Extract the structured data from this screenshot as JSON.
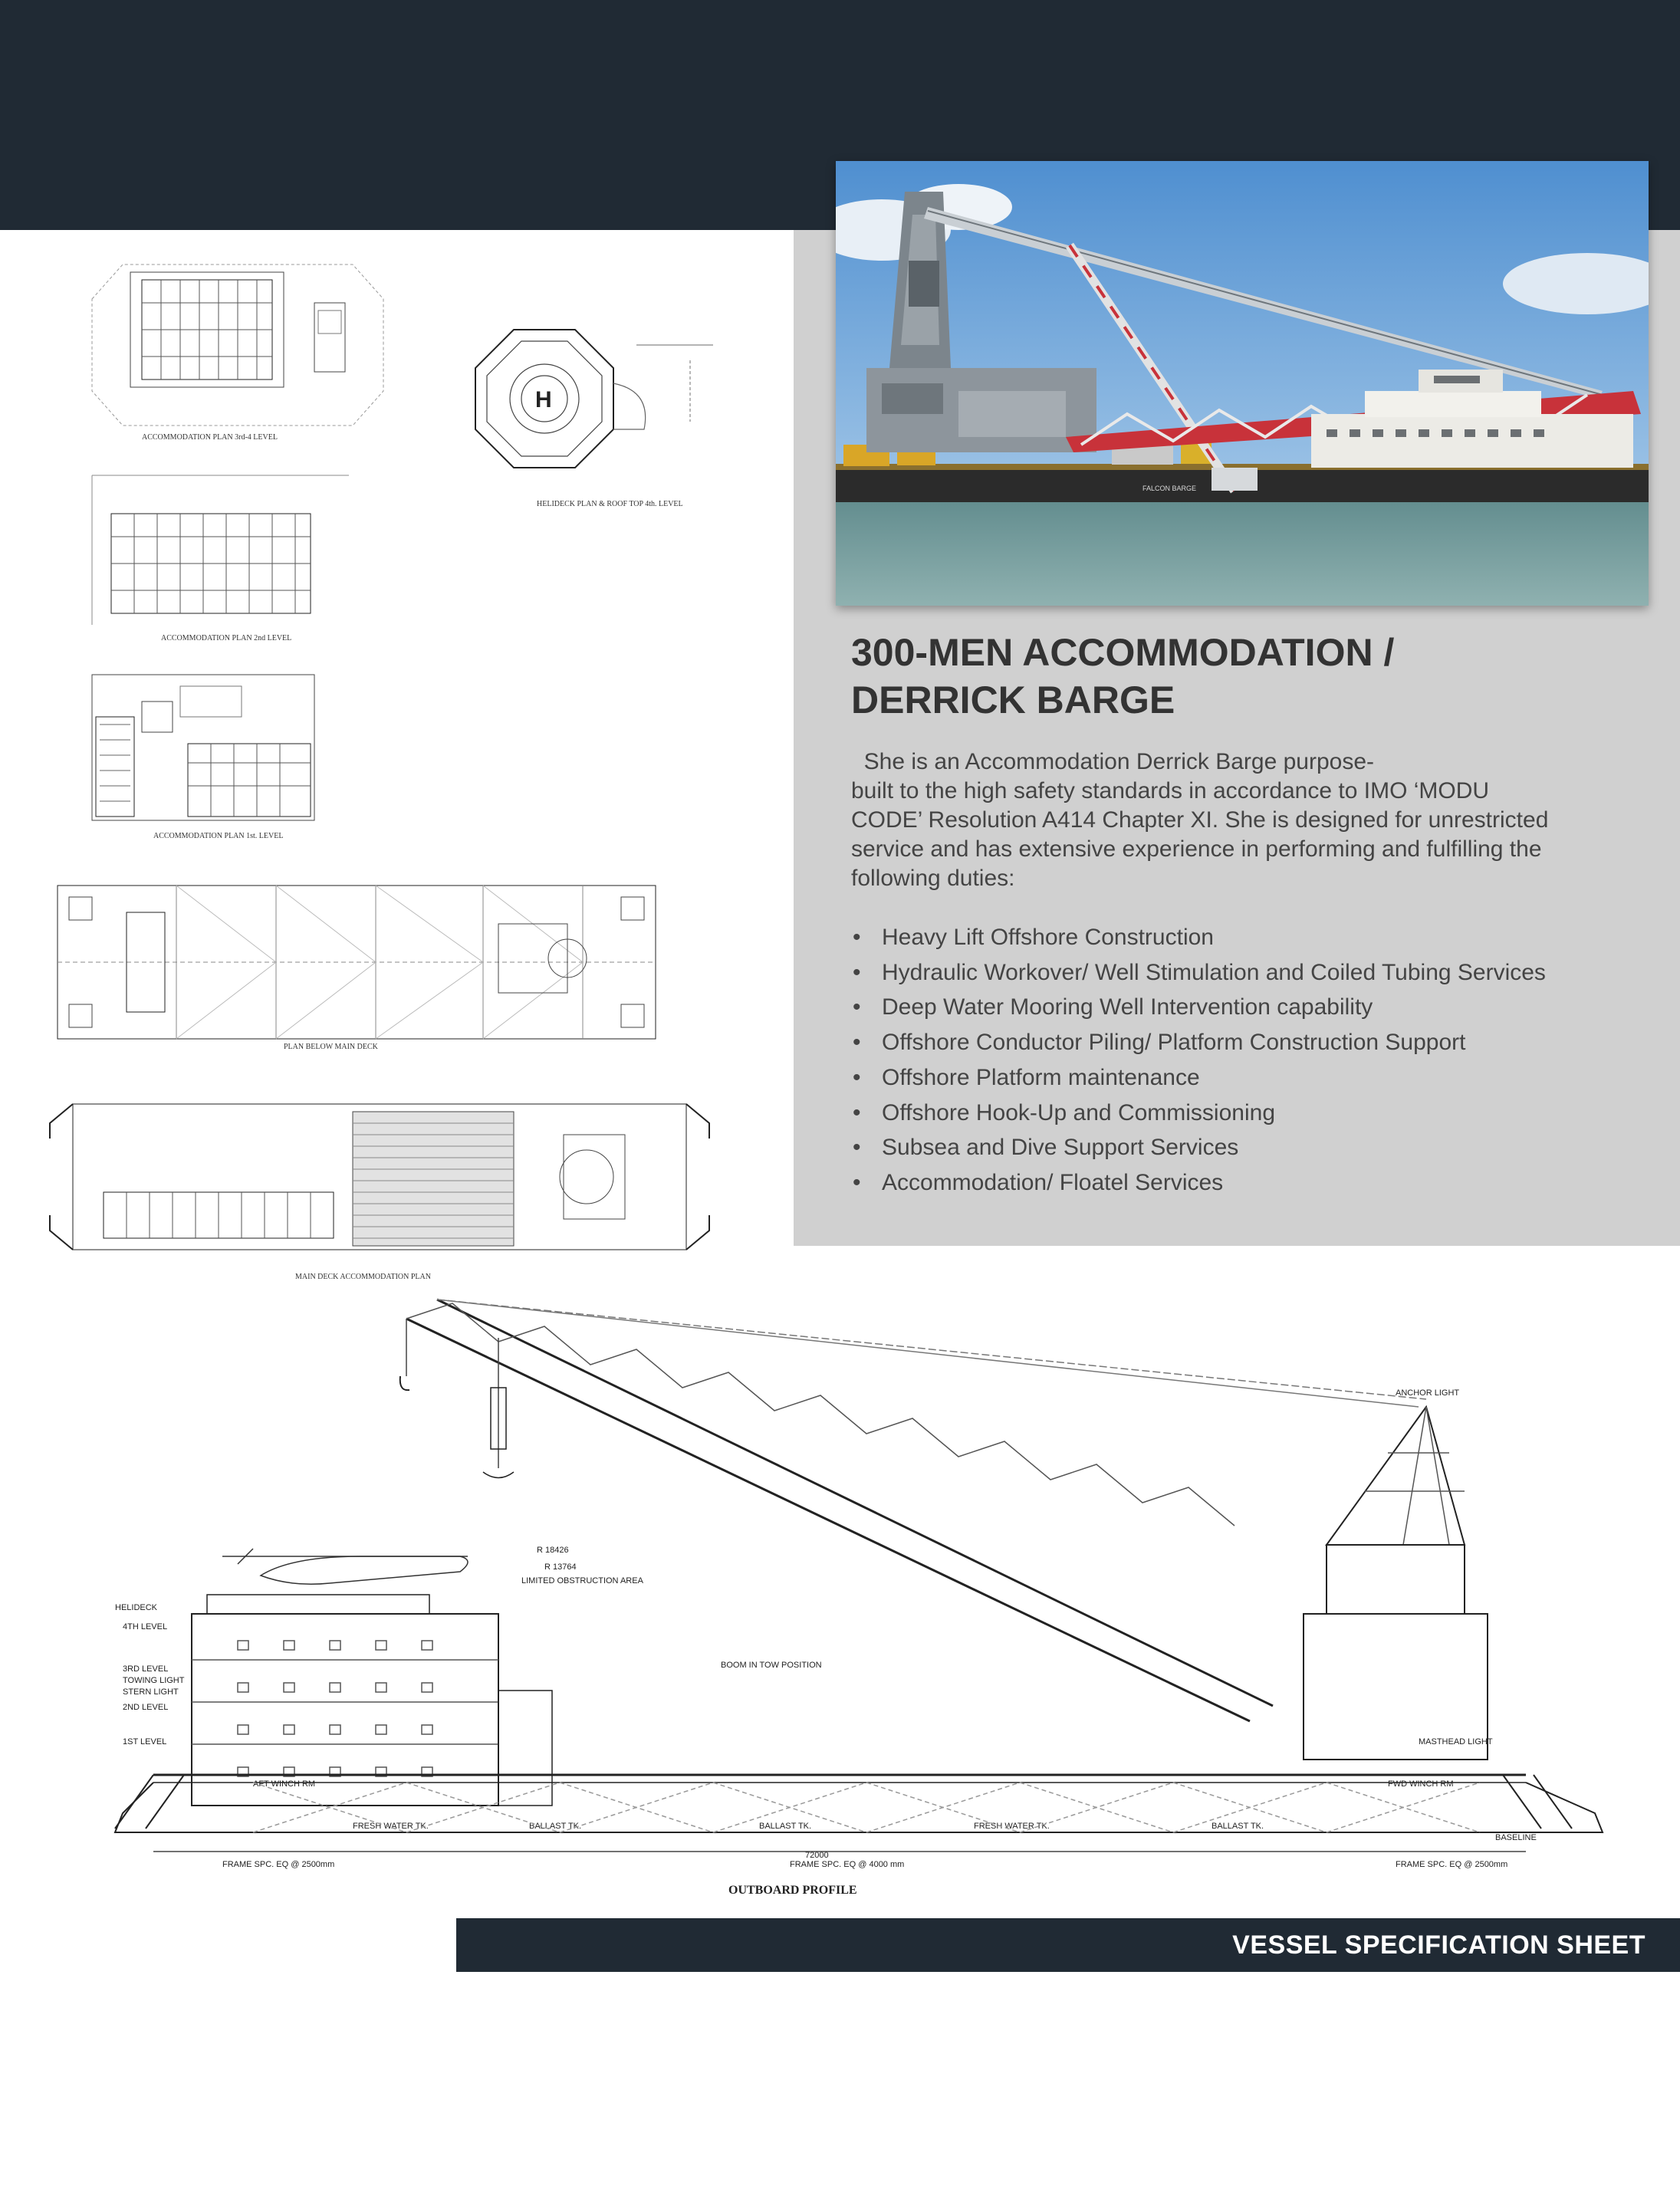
{
  "heading": {
    "line1": "300-MEN ACCOMMODATION /",
    "line2": "DERRICK BARGE"
  },
  "intro": {
    "lines": [
      "  She is an Accommodation Derrick Barge purpose-",
      "built to the high safety standards in accordance to IMO ‘MODU",
      "CODE’ Resolution A414 Chapter XI. She is designed for unrestricted",
      "service and has extensive experience in performing and fulfilling the",
      "following duties:"
    ]
  },
  "duties": [
    "Heavy Lift Offshore Construction",
    "Hydraulic Workover/ Well Stimulation and Coiled Tubing  Services",
    "Deep Water Mooring Well Intervention capability",
    "Offshore Conductor Piling/ Platform Construction Support",
    "Offshore Platform maintenance",
    "Offshore Hook-Up and Commissioning",
    "Subsea and Dive Support Services",
    "Accommodation/ Floatel Services"
  ],
  "footer": {
    "label": "VESSEL SPECIFICATION SHEET"
  },
  "drawings": {
    "accom_3_4": "ACCOMMODATION PLAN 3rd-4 LEVEL",
    "helideck": "HELIDECK PLAN & ROOF TOP 4th. LEVEL",
    "accom_2nd": "ACCOMMODATION PLAN 2nd LEVEL",
    "accom_1st": "ACCOMMODATION PLAN 1st. LEVEL",
    "below_main": "PLAN BELOW MAIN DECK",
    "main_deck": "MAIN DECK ACCOMMODATION PLAN",
    "profile": "OUTBOARD PROFILE",
    "profile_labels": {
      "anchor_light": "ANCHOR LIGHT",
      "helideck": "HELIDECK",
      "level4": "4TH LEVEL",
      "level3": "3RD LEVEL",
      "towing": "TOWING LIGHT",
      "stern": "STERN LIGHT",
      "level2": "2ND LEVEL",
      "level1": "1ST LEVEL",
      "boom": "BOOM IN TOW POSITION",
      "baseline": "BASELINE",
      "obstruction": "LIMITED OBSTRUCTION AREA",
      "r18426": "R 18426",
      "r13764": "R 13764",
      "masthead": "MASTHEAD LIGHT",
      "fwd_winch": "FWD WINCH RM",
      "aft_winch": "AFT WINCH RM",
      "fresh_water": "FRESH WATER TK.",
      "ballast": "BALLAST TK.",
      "frame_aft": "FRAME SPC. EQ @ 2500mm",
      "frame_mid": "FRAME SPC. EQ @ 4000 mm",
      "frame_fwd": "FRAME SPC. EQ @ 2500mm",
      "length": "72000"
    }
  },
  "photo": {
    "barge_name": "FALCON BARGE"
  },
  "colors": {
    "navy_band": "#202a34",
    "panel_gray": "#d0d0d0",
    "heading_text": "#333333",
    "body_text": "#444444",
    "boom_red": "#c8323a"
  }
}
